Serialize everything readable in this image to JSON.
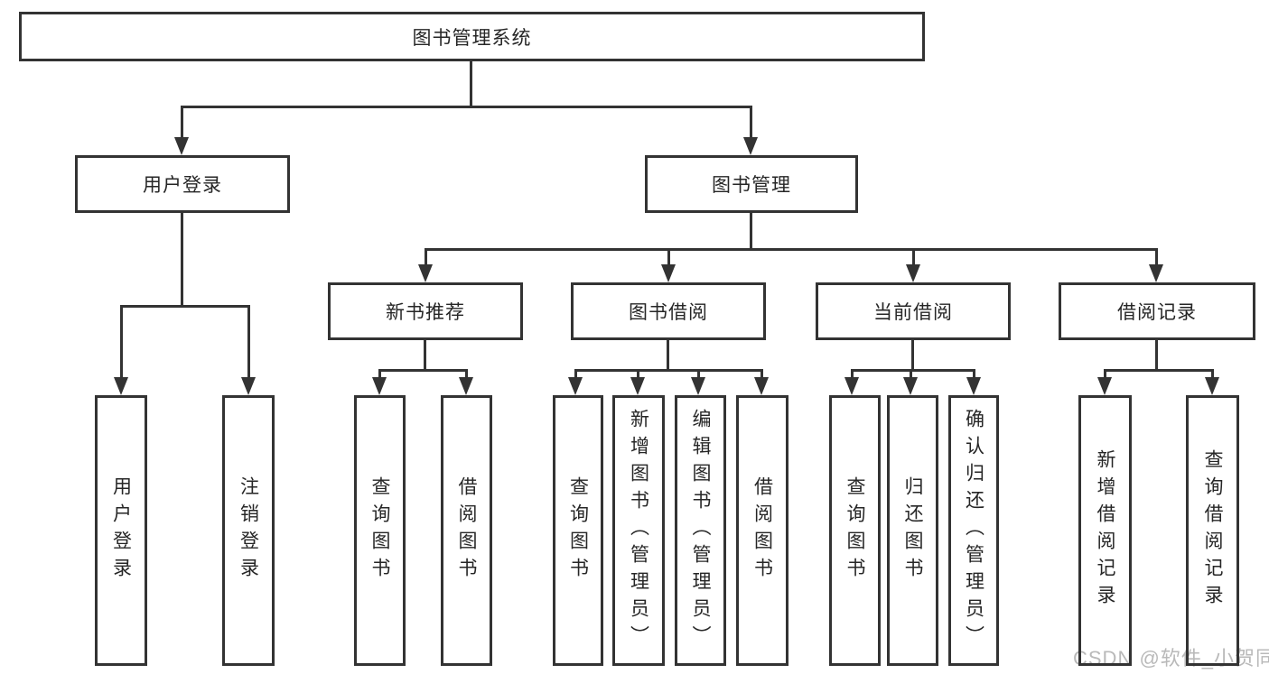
{
  "diagram": {
    "title": "图书管理系统",
    "nodes": {
      "root": "图书管理系统",
      "user_login": "用户登录",
      "book_mgmt": "图书管理",
      "new_book_rec": "新书推荐",
      "book_borrow": "图书借阅",
      "current_borrow": "当前借阅",
      "borrow_records": "借阅记录",
      "leaf_user_login": "用户登录",
      "leaf_logout": "注销登录",
      "nbr_query_book": "查询图书",
      "nbr_borrow_book": "借阅图书",
      "bb_query_book": "查询图书",
      "bb_add_book": "新增图书（管理员）",
      "bb_edit_book": "编辑图书（管理员）",
      "bb_borrow_book": "借阅图书",
      "cb_query_book": "查询图书",
      "cb_return_book": "归还图书",
      "cb_confirm_return": "确认归还（管理员）",
      "br_add_record": "新增借阅记录",
      "br_query_record": "查询借阅记录"
    },
    "hierarchy": {
      "图书管理系统": {
        "用户登录": [
          "用户登录",
          "注销登录"
        ],
        "图书管理": {
          "新书推荐": [
            "查询图书",
            "借阅图书"
          ],
          "图书借阅": [
            "查询图书",
            "新增图书（管理员）",
            "编辑图书（管理员）",
            "借阅图书"
          ],
          "当前借阅": [
            "查询图书",
            "归还图书",
            "确认归还（管理员）"
          ],
          "借阅记录": [
            "新增借阅记录",
            "查询借阅记录"
          ]
        }
      }
    },
    "colors": {
      "line": "#333333",
      "text": "#262626",
      "background": "#ffffff"
    }
  },
  "watermark": {
    "text": "CSDN @软件_小贺同学",
    "color": "#b9b9b9"
  }
}
